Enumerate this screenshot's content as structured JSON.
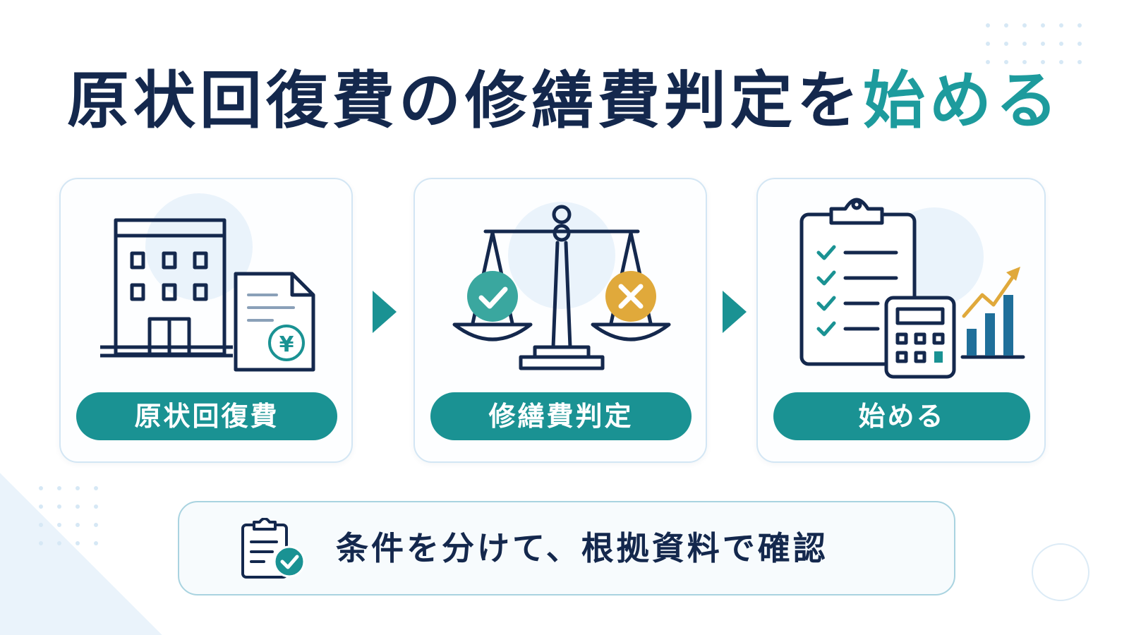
{
  "title": {
    "main": "原状回復費の修繕費判定を",
    "accent": "始める"
  },
  "cards": [
    {
      "label": "原状回復費",
      "icon": "building-with-yen-document-icon"
    },
    {
      "label": "修繕費判定",
      "icon": "balance-scale-icon"
    },
    {
      "label": "始める",
      "icon": "checklist-calculator-chart-icon"
    }
  ],
  "note": {
    "text": "条件を分けて、根拠資料で確認",
    "icon": "clipboard-check-icon"
  },
  "colors": {
    "navy": "#14284d",
    "teal": "#1a9293",
    "accent_text": "#1d9b9d",
    "gold": "#e0a93b",
    "light_blue": "#eaf3fb"
  }
}
